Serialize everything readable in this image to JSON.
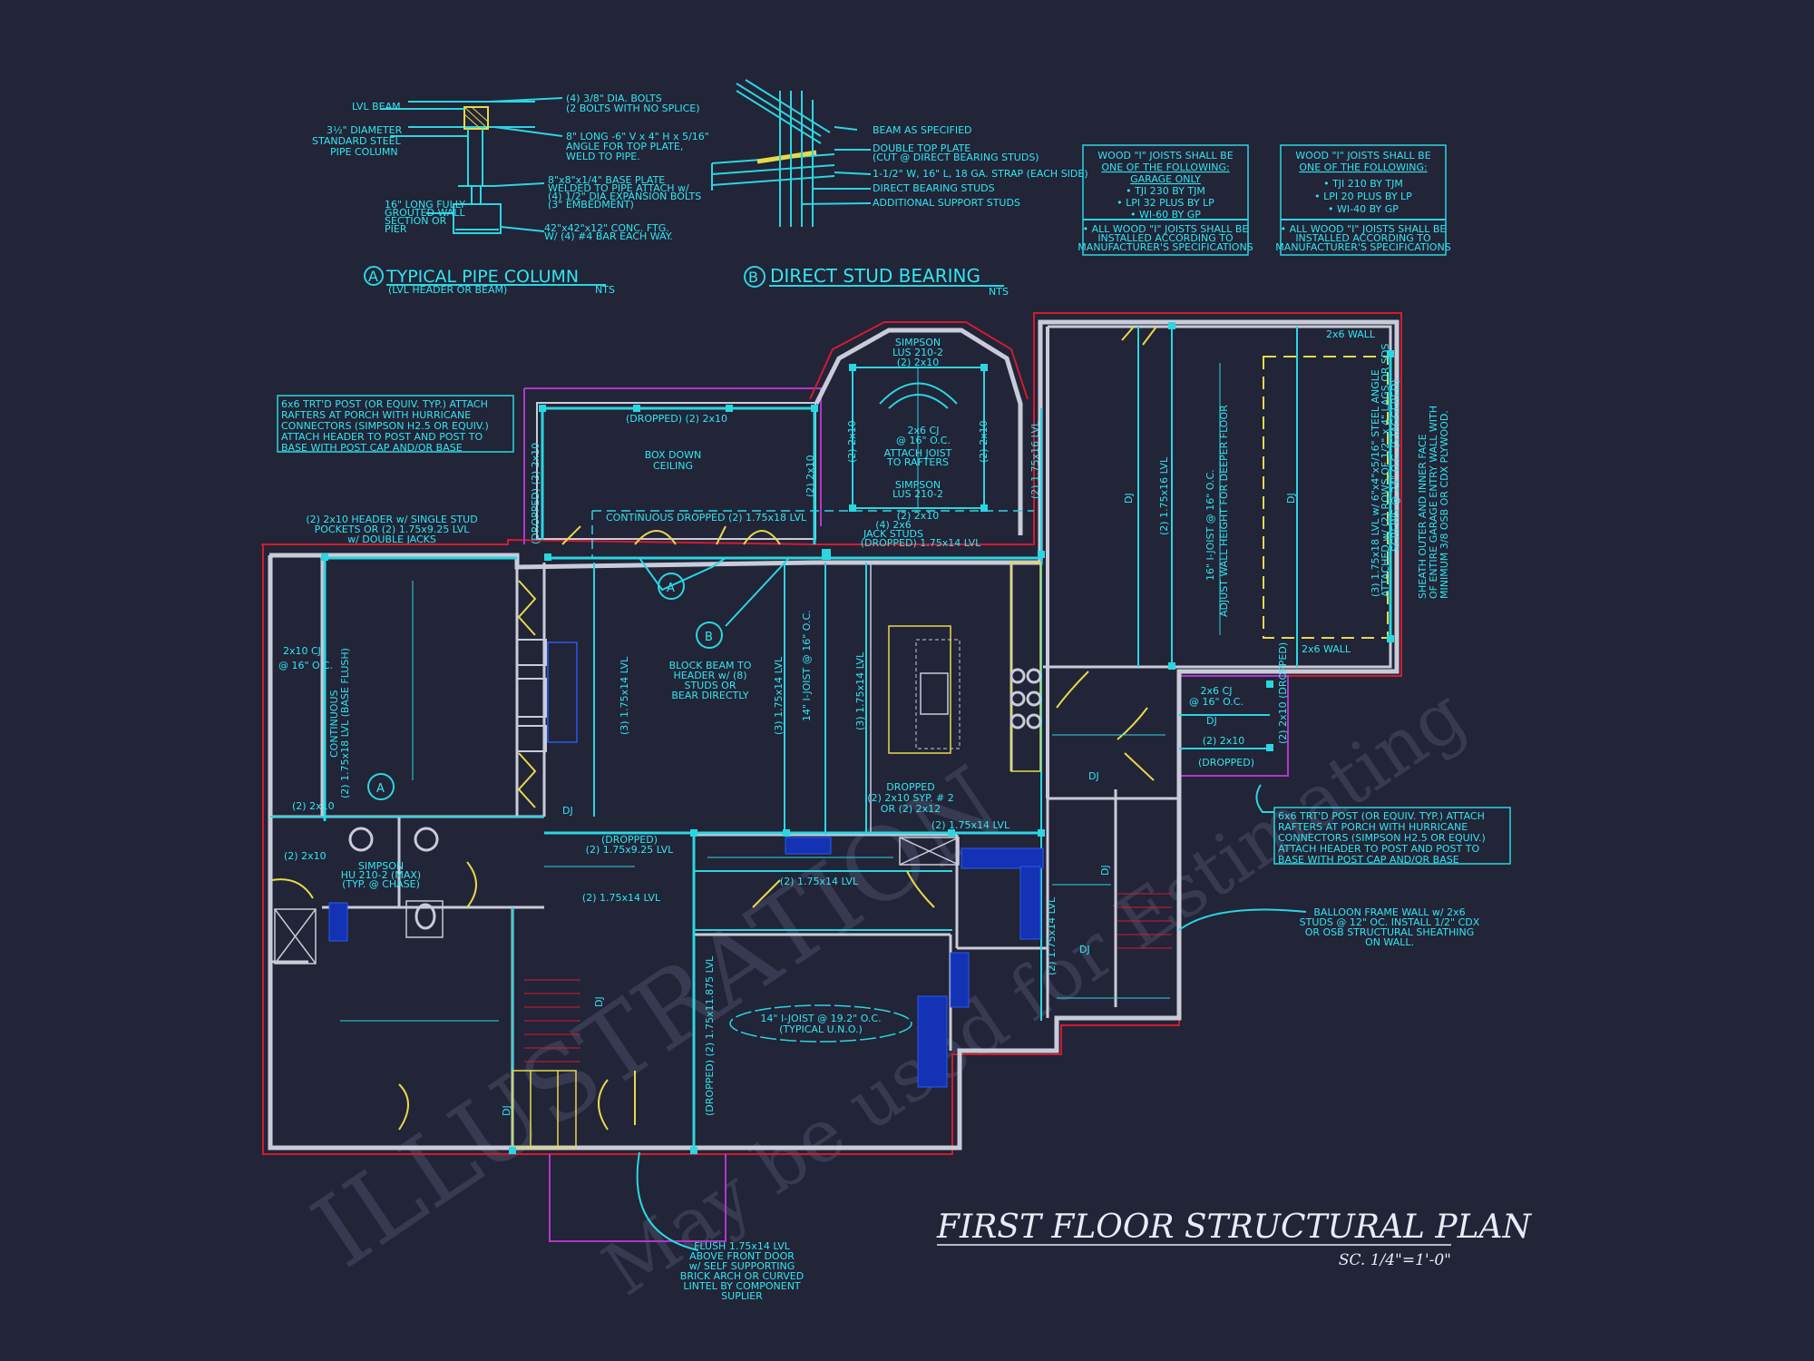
{
  "title": "FIRST FLOOR STRUCTURAL PLAN",
  "scale": "SC. 1/4\"=1'-0\"",
  "watermark": [
    "ILLUSTRATION",
    "May be used for Estimating"
  ],
  "detail_a": {
    "marker": "A",
    "title": "TYPICAL PIPE COLUMN",
    "subtitle": "(LVL HEADER OR BEAM)",
    "nts": "NTS",
    "labels": [
      "LVL BEAM",
      "3½\" DIAMETER",
      "STANDARD STEEL",
      "PIPE COLUMN",
      "(4) 3/8\" DIA. BOLTS",
      "(2 BOLTS WITH NO SPLICE)",
      "8\" LONG -6\" V x 4\" H x 5/16\"",
      "ANGLE FOR TOP PLATE,",
      "WELD TO PIPE.",
      "8\"x8\"x1/4\" BASE PLATE",
      "WELDED TO PIPE ATTACH w/",
      "(4) 1/2\" DIA EXPANSION BOLTS",
      "(3\" EMBEDMENT)",
      "16\" LONG FULLY",
      "GROUTED WALL",
      "SECTION OR",
      "PIER",
      "42\"x42\"x12\" CONC. FTG.",
      "W/ (4) #4 BAR EACH WAY."
    ]
  },
  "detail_b": {
    "marker": "B",
    "title": "DIRECT STUD BEARING",
    "nts": "NTS",
    "labels": [
      "BEAM AS SPECIFIED",
      "DOUBLE TOP PLATE",
      "(CUT @ DIRECT BEARING STUDS)",
      "1-1/2\" W, 16\" L, 18 GA. STRAP (EACH SIDE)",
      "DIRECT BEARING STUDS",
      "ADDITIONAL SUPPORT STUDS"
    ]
  },
  "joist_note_1": {
    "lines": [
      "WOOD \"I\" JOISTS SHALL BE",
      "ONE OF THE FOLLOWING:",
      "GARAGE ONLY",
      "• TJI 230 BY TJM",
      "• LPI 32 PLUS BY LP",
      "• WI-60 BY GP"
    ],
    "footer": [
      "• ALL WOOD \"I\" JOISTS SHALL BE",
      "INSTALLED ACCORDING TO",
      "MANUFACTURER'S SPECIFICATIONS"
    ]
  },
  "joist_note_2": {
    "lines": [
      "WOOD \"I\" JOISTS SHALL BE",
      "ONE OF THE FOLLOWING:",
      "• TJI 210 BY TJM",
      "• LPI 20 PLUS BY LP",
      "• WI-40 BY GP"
    ],
    "footer": [
      "• ALL WOOD \"I\" JOISTS SHALL BE",
      "INSTALLED ACCORDING TO",
      "MANUFACTURER'S SPECIFICATIONS"
    ]
  },
  "porch_note_left": [
    "6x6 TRT'D POST (OR EQUIV. TYP.) ATTACH",
    "RAFTERS AT PORCH WITH HURRICANE",
    "CONNECTORS (SIMPSON H2.5 OR EQUIV.)",
    "ATTACH HEADER TO POST AND POST TO",
    "BASE WITH POST CAP AND/OR BASE"
  ],
  "porch_note_right": [
    "6x6 TRT'D POST (OR EQUIV. TYP.) ATTACH",
    "RAFTERS AT PORCH WITH HURRICANE",
    "CONNECTORS (SIMPSON H2.5 OR EQUIV.)",
    "ATTACH HEADER TO POST AND POST TO",
    "BASE WITH POST CAP AND/OR BASE"
  ],
  "balloon_note": [
    "BALLOON FRAME WALL w/ 2x6",
    "STUDS @ 12\" OC. INSTALL 1/2\" CDX",
    "OR OSB STRUCTURAL SHEATHING",
    "ON WALL."
  ],
  "front_door_note": [
    "FLUSH 1.75x14 LVL",
    "ABOVE FRONT DOOR",
    "w/ SELF SUPPORTING",
    "BRICK ARCH OR CURVED",
    "LINTEL BY COMPONENT",
    "SUPLIER"
  ],
  "header_note": [
    "(2) 2x10 HEADER w/ SINGLE STUD",
    "POCKETS OR (2) 1.75x9.25 LVL",
    "w/ DOUBLE JACKS"
  ],
  "garage_vertical_note_1": "(3) 1.75x18 LVL w/ 6\"x4\"x5/16\" STEEL ANGLE",
  "garage_vertical_note_2": "ATTACHED w/ (2) ROWS OF 1/2\" x 4\" LAGS OR SDS",
  "garage_vertical_note_3": "SCREWS @ 24\" O.C. (STAGGERED)",
  "garage_vertical_note_4": "SHEATH OUTER AND INNER FACE",
  "garage_vertical_note_5": "OF ENTIRE GARAGE ENTRY WALL WITH",
  "garage_vertical_note_6": "MINIMUM 3/8 OSB OR CDX PLYWOOD.",
  "plan_labels": {
    "bay_simpson_top": "SIMPSON",
    "bay_lus_top": "LUS 210-2",
    "bay_2x10_top": "(2) 2x10",
    "bay_cj": "2x6 CJ",
    "bay_oc": "@ 16\" O.C.",
    "bay_attach1": "ATTACH JOIST",
    "bay_attach2": "TO RAFTERS",
    "bay_simpson_bot": "SIMPSON",
    "bay_lus_bot": "LUS 210-2",
    "bay_2x10_bot": "(2) 2x10",
    "bay_2x10_left": "(2) 2x10",
    "bay_2x10_right": "(2) 2x10",
    "porch_dropped": "(DROPPED) (2) 2x10",
    "box_down1": "BOX DOWN",
    "box_down2": "CEILING",
    "porch_left_dropped": "(DROPPED) (2) 2x10",
    "porch_mid_2x10": "(2) 2x10",
    "cont_dropped": "CONTINUOUS DROPPED (2) 1.75x18 LVL",
    "jack1": "(4) 2x6",
    "jack2": "JACK STUDS",
    "jack3": "(DROPPED) 1.75x14 LVL",
    "block1": "BLOCK BEAM TO",
    "block2": "HEADER w/ (8)",
    "block3": "STUDS OR",
    "block4": "BEAR DIRECTLY",
    "lvl_a": "(3) 1.75x14 LVL",
    "lvl_b": "(3) 1.75x14 LVL",
    "ijoist": "14\" I-JOIST @ 16\" O.C.",
    "lvl_c": "(3) 1.75x14 LVL",
    "lvl_d": "(2) 1.75x16 LVL",
    "lvl_garage": "(2) 1.75x16 LVL",
    "garage_ijoist1": "16\" I-JOIST @ 16\" O.C.",
    "garage_ijoist2": "ADJUST WALL HEIGHT FOR DEEPER FLOOR",
    "dj": "DJ",
    "wall_2x6_top": "2x6 WALL",
    "wall_2x6_bot": "2x6 WALL",
    "cj_left1": "2x10 CJ",
    "cj_left2": "@ 16\" O.C.",
    "cont_lvl1": "CONTINUOUS",
    "cont_lvl2": "(2) 1.75x18 LVL (BASE FLUSH)",
    "left_2x10": "(2) 2x10",
    "left_2x10b": "(2) 2x10",
    "simpson_h1": "SIMPSON",
    "simpson_h2": "HU 210-2 (MAX)",
    "simpson_h3": "(TYP. @ CHASE)",
    "dropped_925a": "(DROPPED)",
    "dropped_925b": "(2) 1.75x9.25 LVL",
    "lvl_1475a": "(2) 1.75x14 LVL",
    "lvl_1475b": "(2) 1.75x14 LVL",
    "lvl_1475c": "(2) 1.75x14 LVL",
    "dropped_syp1": "DROPPED",
    "dropped_syp2": "(2) 2x10 SYP. # 2",
    "dropped_syp3": "OR (2) 2x12",
    "ijoist_192a": "14\" I-JOIST @ 19.2\" O.C.",
    "ijoist_192b": "(TYPICAL U.N.O.)",
    "dropped_vert": "(DROPPED) (2) 1.75x11.875 LVL",
    "lvl_vert_right": "(2) 1.75x14 LVL",
    "cj_right1": "2x6 CJ",
    "cj_right2": "@ 16\" O.C.",
    "r_2x10": "(2) 2x10",
    "r_dropped": "(DROPPED)",
    "r_vert": "(2) 2x10 (DROPPED)",
    "dj_vert": "DJ",
    "stair_dj": "DJ"
  }
}
